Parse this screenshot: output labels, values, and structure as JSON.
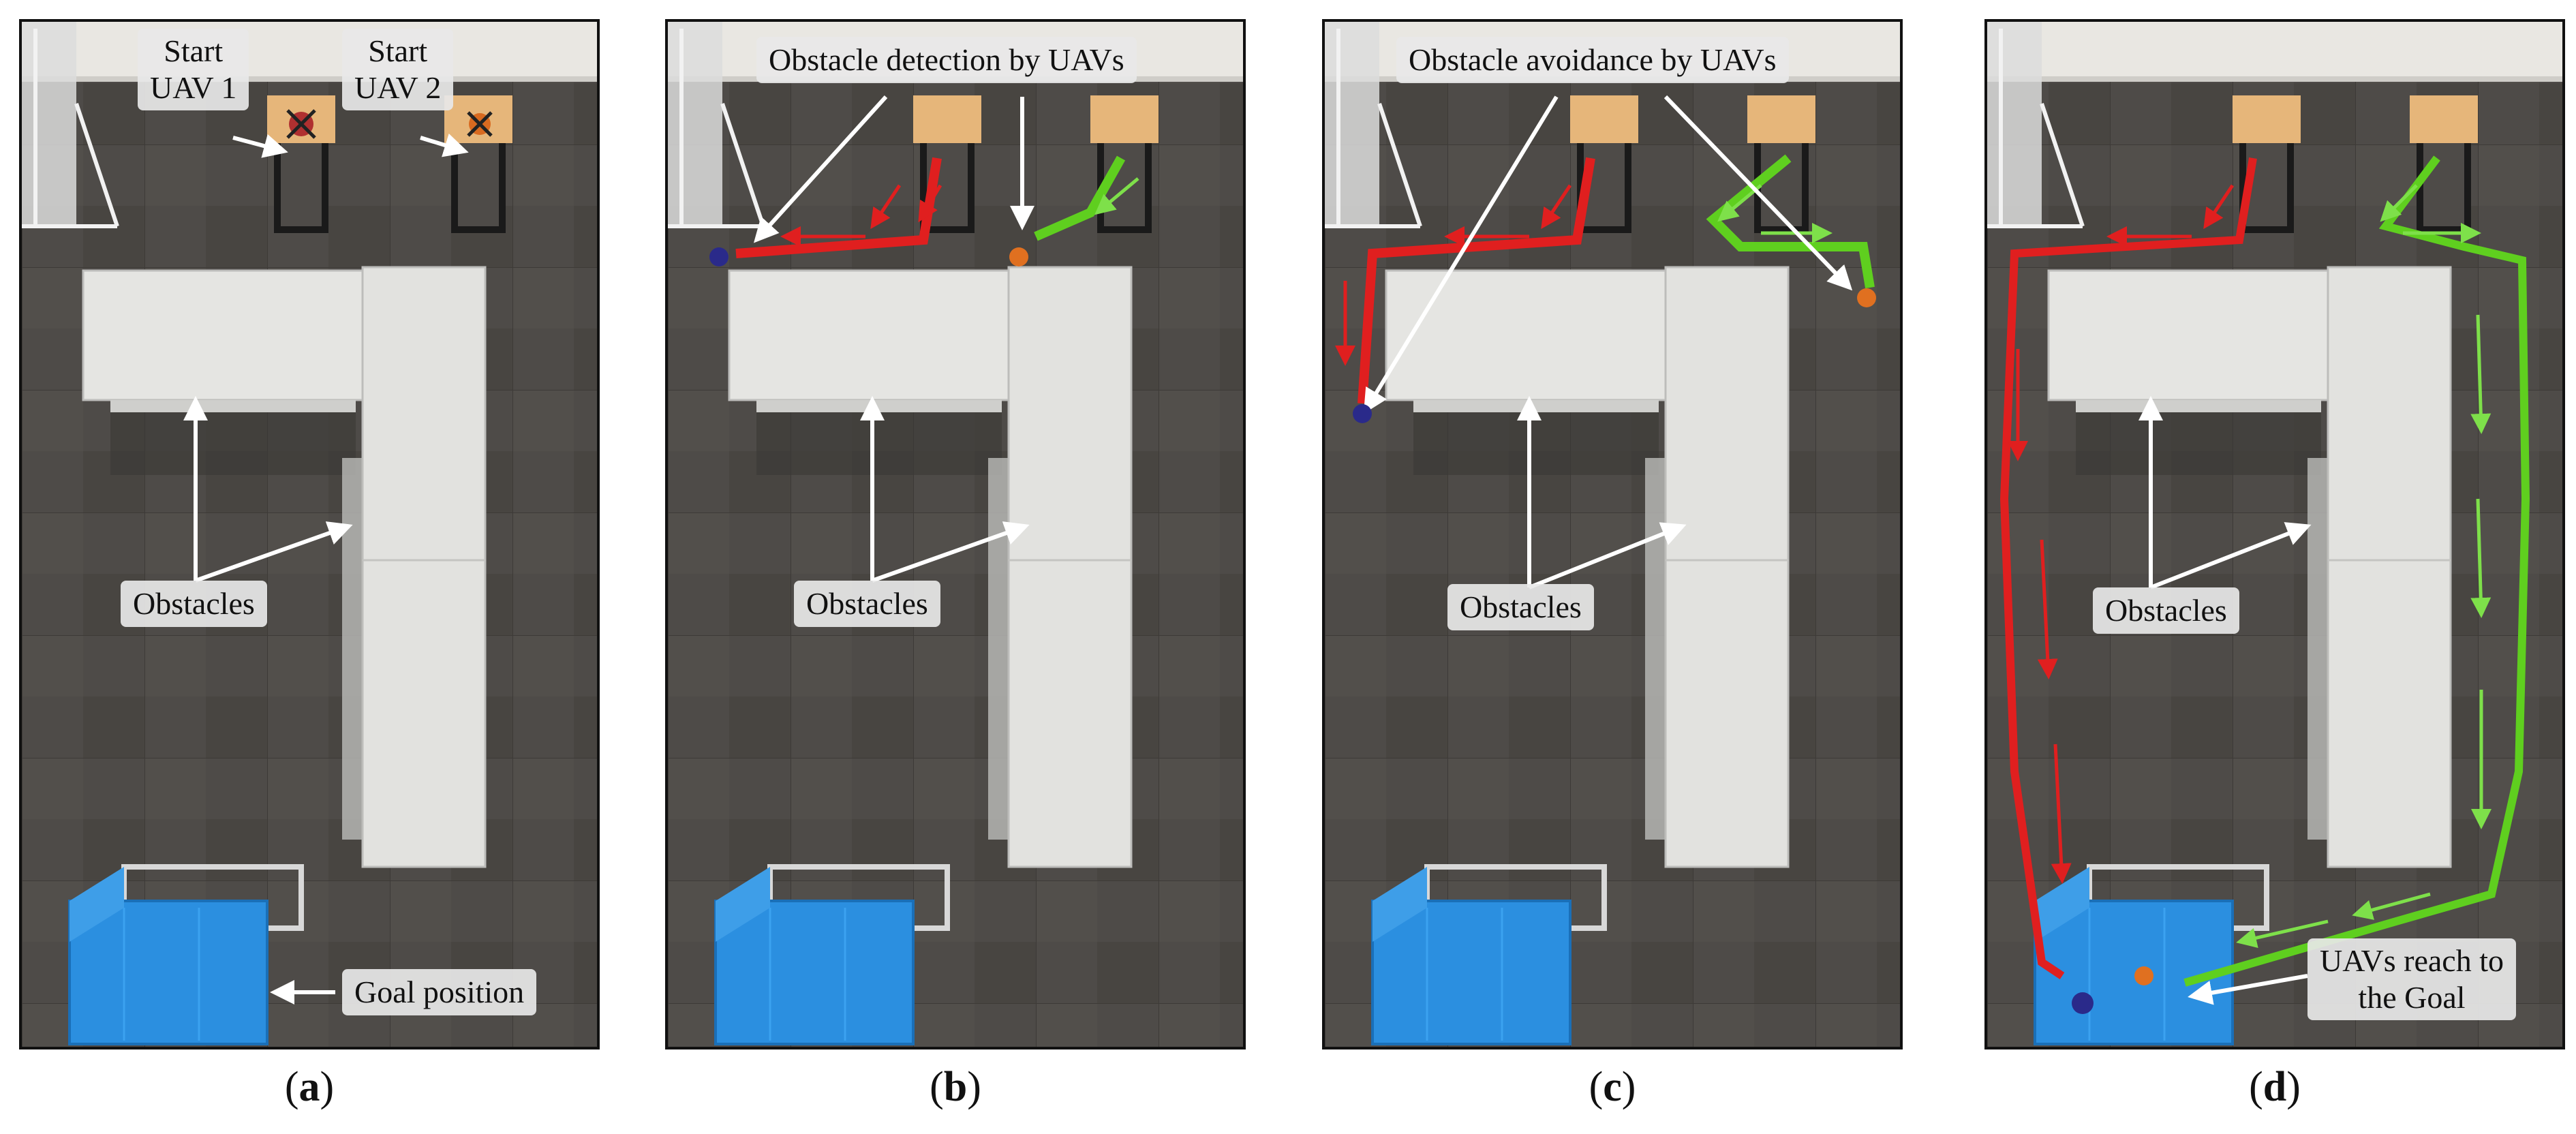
{
  "colors": {
    "floor": "#4d4a47",
    "wall": "#e8e6e1",
    "table": "#e4e4e1",
    "goal_blue": "#2b8fe0",
    "stool_top": "#e8b878",
    "path_red": "#e01f1f",
    "path_green": "#5fcf1f",
    "label_bg": "#e8e8e8"
  },
  "panels": [
    {
      "caption_letter": "a",
      "labels": {
        "start1_line1": "Start",
        "start1_line2": "UAV 1",
        "start2_line1": "Start",
        "start2_line2": "UAV 2",
        "obstacles": "Obstacles",
        "goal": "Goal position"
      }
    },
    {
      "caption_letter": "b",
      "labels": {
        "detection": "Obstacle detection by UAVs",
        "obstacles": "Obstacles"
      }
    },
    {
      "caption_letter": "c",
      "labels": {
        "avoidance": "Obstacle avoidance  by UAVs",
        "obstacles": "Obstacles"
      }
    },
    {
      "caption_letter": "d",
      "labels": {
        "obstacles": "Obstacles",
        "reach_line1": "UAVs reach to",
        "reach_line2": "the Goal"
      }
    }
  ],
  "icons": [
    "uav-icon",
    "arrow-icon",
    "stool-icon",
    "table-icon",
    "goal-box-icon"
  ]
}
